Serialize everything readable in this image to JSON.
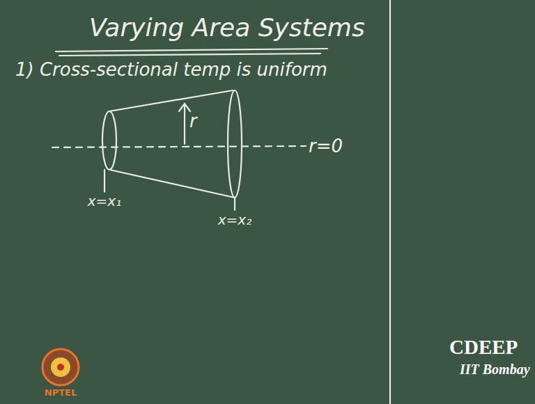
{
  "diagram": {
    "title": "Varying Area Systems",
    "labels": [
      "1) Cross-sectional temp is uniform",
      "r",
      "r=0",
      "x=x₁",
      "x=x₂",
      "CDEEP",
      "IIT Bombay",
      "NPTEL"
    ]
  }
}
